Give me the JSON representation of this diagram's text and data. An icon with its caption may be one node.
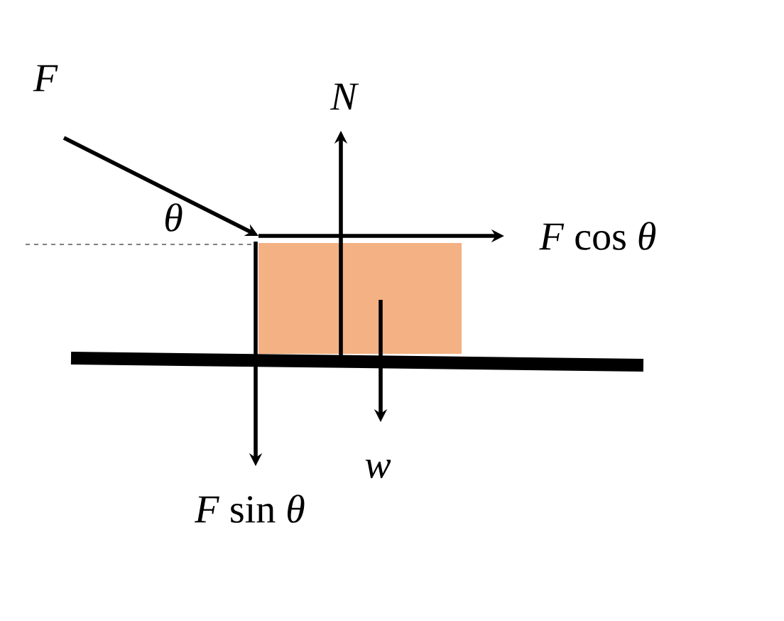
{
  "diagram": {
    "nodes": [
      {
        "text": [],
        "shape": "box"
      }
    ],
    "labels": [
      "F",
      "N",
      "θ",
      "*F* cos *θ*",
      "w",
      "*F* sin *θ*"
    ]
  }
}
